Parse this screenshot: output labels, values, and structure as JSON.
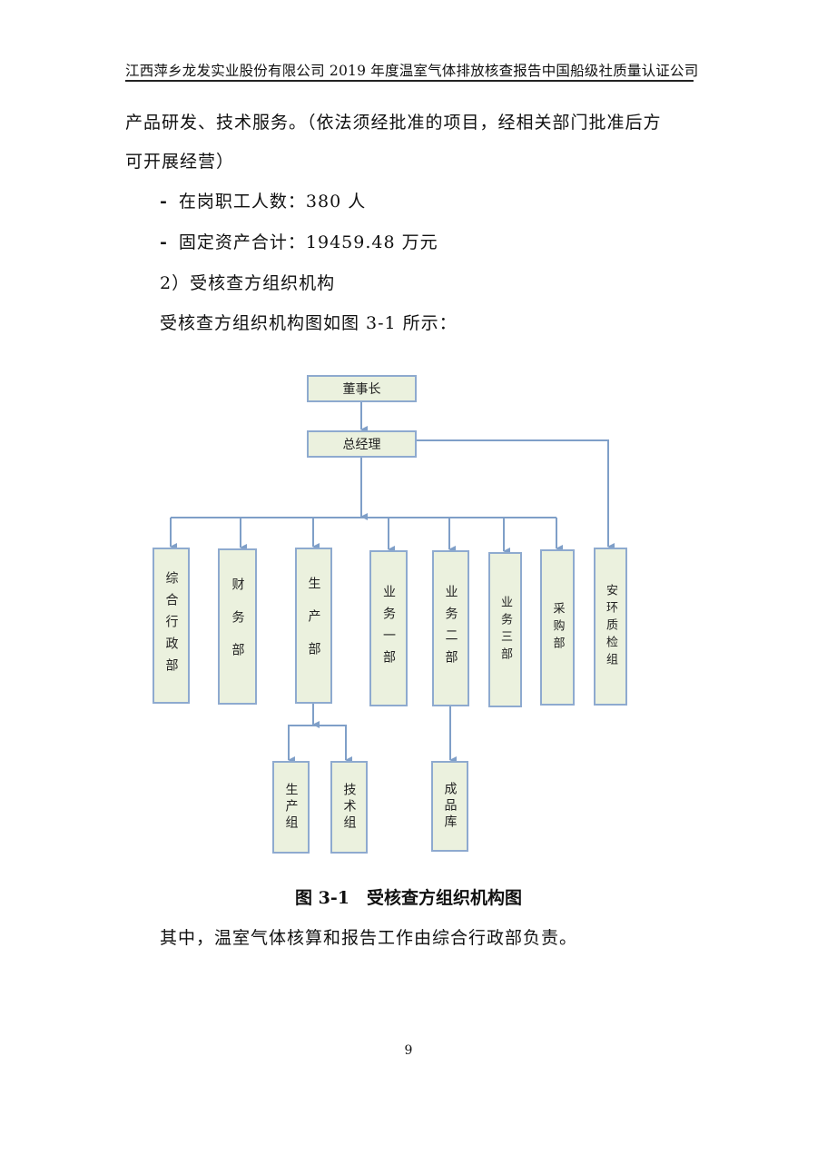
{
  "header": {
    "title": "江西萍乡龙发实业股份有限公司 2019 年度温室气体排放核查报告中国船级社质量认证公司"
  },
  "body": {
    "line1": "产品研发、技术服务。（依法须经批准的项目，经相关部门批准后方",
    "line2": "可开展经营）",
    "bullets": [
      {
        "marker": "-",
        "text": "在岗职工人数：380 人"
      },
      {
        "marker": "-",
        "text": "固定资产合计：19459.48 万元"
      }
    ],
    "section": "2）受核查方组织机构",
    "intro": "受核查方组织机构图如图 3-1 所示：",
    "after": "其中，温室气体核算和报告工作由综合行政部负责。"
  },
  "org_chart": {
    "chairman": "董事长",
    "general_manager": "总经理",
    "departments": [
      "综合行政部",
      "财务部",
      "生产部",
      "业务一部",
      "业务二部",
      "业务三部",
      "采购部",
      "安环质检组"
    ],
    "production_subgroups": [
      "生产组",
      "技术组"
    ],
    "business2_subgroups": [
      "成品库"
    ]
  },
  "caption": "图 3-1　受核查方组织机构图",
  "page_number": "9",
  "colors": {
    "box_fill": "#ebf1de",
    "box_border": "#8eaacf",
    "connector": "#7f9fc8"
  }
}
